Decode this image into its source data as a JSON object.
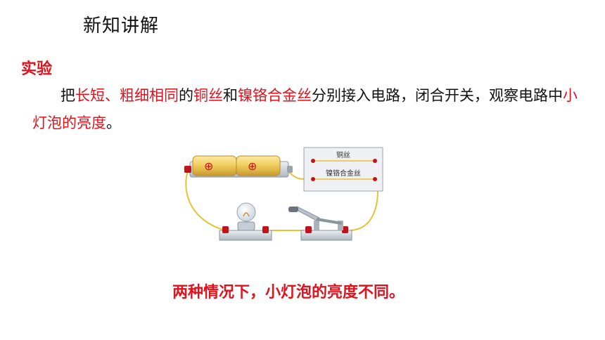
{
  "header": {
    "title": "新知讲解"
  },
  "experiment": {
    "label": "实验",
    "paragraph": [
      {
        "text": "把",
        "highlight": false
      },
      {
        "text": "长短、粗细相同",
        "highlight": true
      },
      {
        "text": "的",
        "highlight": false
      },
      {
        "text": "铜丝",
        "highlight": true
      },
      {
        "text": "和",
        "highlight": false
      },
      {
        "text": "镍铬合金丝",
        "highlight": true
      },
      {
        "text": "分别接入电路，闭合开关，观察电路中",
        "highlight": false
      },
      {
        "text": "小灯泡的亮度",
        "highlight": true
      },
      {
        "text": "。",
        "highlight": false
      }
    ]
  },
  "diagram": {
    "battery_symbols": [
      "⊕",
      "⊕"
    ],
    "board_labels": {
      "copper_wire": "铜丝",
      "nichrome_wire": "镍铬合金丝"
    }
  },
  "conclusion": "两种情况下，小灯泡的亮度不同。",
  "colors": {
    "highlight": "#e0121c",
    "wire": "#e6c234",
    "battery": "#e8c25a",
    "terminal": "#c0141a",
    "base": "#cfd6de"
  }
}
